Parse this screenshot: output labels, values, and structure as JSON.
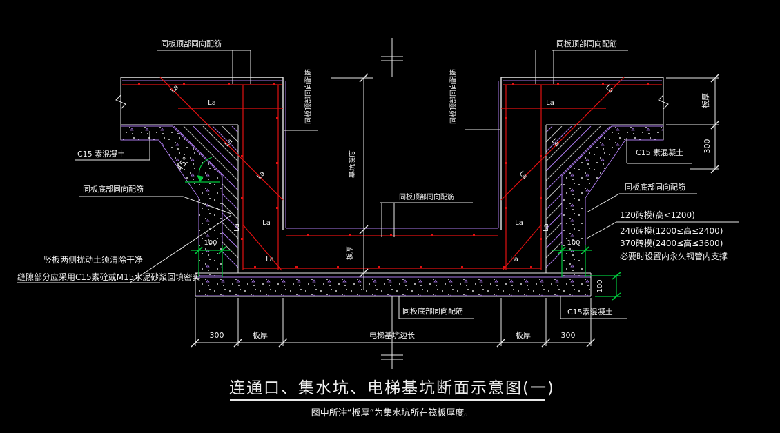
{
  "drawing": {
    "title": "连通口、集水坑、电梯基坑断面示意图(一)",
    "subtitle": "图中所注“板厚”为集水坑所在筏板厚度。",
    "labels": {
      "top_left_rebar": "同板顶部同向配筋",
      "top_right_rebar": "同板顶部同向配筋",
      "left_wall_vertical_rebar": "同板顶部同向配筋",
      "right_wall_vertical_rebar": "同板顶部同向配筋",
      "pit_floor_top_rebar": "同板顶部同向配筋",
      "pit_floor_bottom_rebar": "同板底部同向配筋",
      "left_slab_bottom_rebar": "同板底部同向配筋",
      "right_slab_bottom_rebar": "同板底部同向配筋",
      "left_c15": "C15 素混凝土",
      "right_c15": "C15 素混凝土",
      "bottom_c15": "C15素混凝土",
      "pit_depth": "基坑深度",
      "slab_thickness_vertical": "板厚",
      "note_line1": "竖板两侧扰动土须清除干净",
      "note_line2": "缝隙部分应采用C15素砼或M15水泥砂浆回填密实",
      "brick_note1": "120砖模(高<1200)",
      "brick_note2": "240砖模(1200≤高≤2400)",
      "brick_note3": "370砖模(2400≤高≤3600)",
      "brick_note4": "必要时设置内永久钢管内支撑",
      "angle_45": "45°",
      "la": "La"
    },
    "dims": {
      "bottom": [
        "300",
        "板厚",
        "电梯基坑边长",
        "板厚",
        "300"
      ],
      "right": [
        "板厚",
        "300"
      ],
      "brick_width_left": "100",
      "brick_width_right": "100",
      "c15_layer_thickness": "100"
    },
    "colors": {
      "background": "#000000",
      "outline": "#e8e8e8",
      "secondary": "#a978e8",
      "rebar": "#e01010",
      "dimension_green": "#00c83c"
    }
  }
}
